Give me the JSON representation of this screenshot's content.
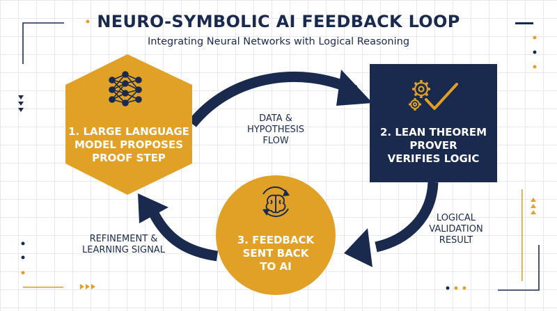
{
  "title": "NEURO-SYMBOLIC AI FEEDBACK LOOP",
  "subtitle": "Integrating Neural Networks with Logical Reasoning",
  "colors": {
    "navy": "#1a2a4f",
    "gold": "#e0a126",
    "white": "#ffffff",
    "grid": "#e6e8ee"
  },
  "nodes": {
    "llm": {
      "label": "1. LARGE LANGUAGE\nMODEL PROPOSES\nPROOF STEP",
      "icon": "neural-network-icon"
    },
    "lean": {
      "label": "2. LEAN THEOREM\nPROVER\nVERIFIES LOGIC",
      "icon": "gears-check-icon"
    },
    "feedback": {
      "label": "3. FEEDBACK\nSENT BACK\nTO AI",
      "icon": "brain-cycle-icon"
    }
  },
  "flows": {
    "data": "DATA &\nHYPOTHESIS\nFLOW",
    "validation": "LOGICAL\nVALIDATION\nRESULT",
    "refinement": "REFINEMENT &\nLEARNING SIGNAL"
  }
}
